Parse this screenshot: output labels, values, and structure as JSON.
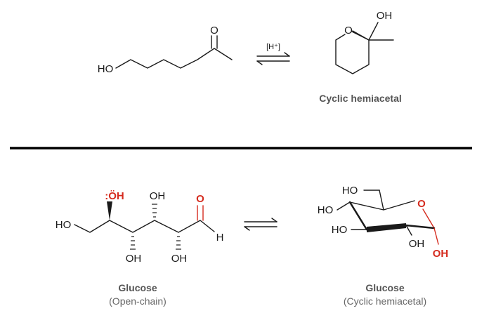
{
  "reaction1": {
    "reactant_hydroxyl": "HO",
    "reactant_carbonyl_o": "O",
    "catalyst": "[H⁺]",
    "product_ring_o": "O",
    "product_hydroxyl": "OH",
    "product_caption": "Cyclic hemiacetal"
  },
  "reaction2": {
    "open_chain": {
      "ho_left": "HO",
      "oh_c2_top": ":ÖH",
      "oh_c3_top": "OH",
      "oh_c4_bottom": "OH",
      "oh_c5_bottom": "OH",
      "carbonyl_o": "O",
      "aldehyde_h": "H",
      "caption_title": "Glucose",
      "caption_sub": "(Open-chain)"
    },
    "cyclic": {
      "ho_c6": "HO",
      "ho_c4": "HO",
      "ho_c3": "HO",
      "oh_c2": "OH",
      "oh_anomeric": "OH",
      "ring_o": "O",
      "caption_title": "Glucose",
      "caption_sub": "(Cyclic hemiacetal)"
    }
  },
  "colors": {
    "highlight": "#d52b1e",
    "ink": "#1a1a1a",
    "caption": "#555555"
  }
}
